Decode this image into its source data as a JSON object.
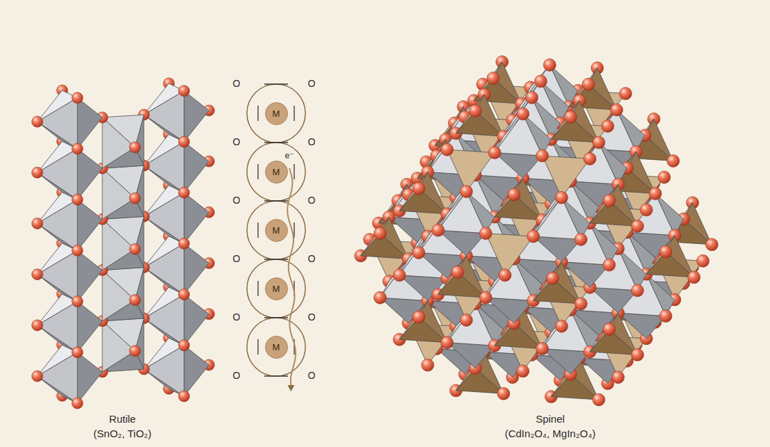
{
  "diagram": {
    "nodes": [
      {
        "text": [
          "M"
        ]
      },
      {
        "text": [
          "M"
        ]
      },
      {
        "text": [
          "M"
        ]
      },
      {
        "text": [
          "M"
        ]
      },
      {
        "text": [
          "M"
        ]
      }
    ],
    "labels": [
      "O",
      "O",
      "O",
      "O",
      "O",
      "O",
      "O",
      "O",
      "O",
      "O",
      "O",
      "O",
      "e⁻",
      "Rutile",
      "(SnO₂, TiO₂)",
      "Spinel",
      "(CdIn₂O₄, MgIn₂O₄)"
    ]
  }
}
